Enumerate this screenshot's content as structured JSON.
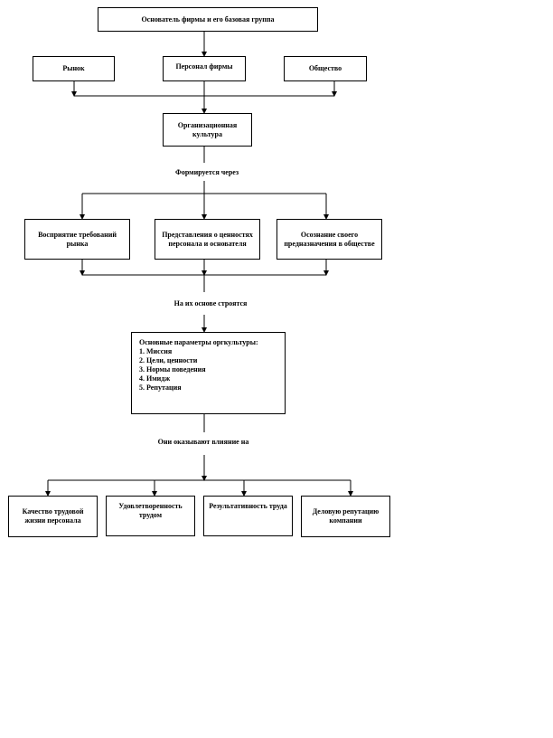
{
  "nodes": {
    "founder": "Основатель фирмы и его базовая группа",
    "market": "Рынок",
    "personnel": "Персонал фирмы",
    "society": "Общество",
    "org_culture": "Организационная культура",
    "market_perception": "Восприятие требований рынка",
    "values": "Представления о ценностях персонала и основателя",
    "purpose": "Осознание своего предназначения в обществе",
    "params": {
      "title": "Основные параметры оргкультуры:",
      "items": [
        "1. Миссия",
        "2. Цели, ценности",
        "3. Нормы поведения",
        "4. Имидж",
        "5. Репутация"
      ]
    },
    "quality": "Качество трудовой жизни персонала",
    "satisfaction": "Удовлетворенность трудом",
    "efficiency": "Результативность труда",
    "reputation": "Деловую репутацию компании"
  },
  "labels": {
    "formed": "Формируется через",
    "based": "На их основе строятся",
    "influence": "Они оказывают влияние на"
  }
}
